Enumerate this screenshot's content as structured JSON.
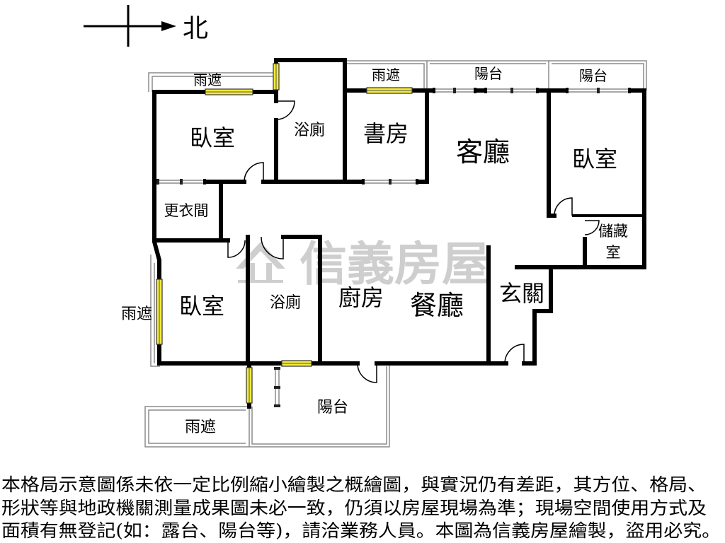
{
  "compass": {
    "label": "北"
  },
  "rooms": {
    "bedroom_top_left": "臥室",
    "bathroom_top": "浴廁",
    "study": "書房",
    "living_room": "客廳",
    "bedroom_right": "臥室",
    "walk_in_closet": "更衣間",
    "storage_line1": "儲藏",
    "storage_line2": "室",
    "bedroom_bottom_left": "臥室",
    "bathroom_bottom": "浴廁",
    "kitchen": "廚房",
    "dining_room": "餐廳",
    "entrance": "玄關"
  },
  "outdoor": {
    "rain_shelter_top_left": "雨遮",
    "rain_shelter_top": "雨遮",
    "balcony_top": "陽台",
    "balcony_top_right": "陽台",
    "rain_shelter_left": "雨遮",
    "balcony_bottom": "陽台",
    "rain_shelter_bottom": "雨遮"
  },
  "watermark": "信義房屋",
  "disclaimer": [
    "本格局示意圖係未依一定比例縮小繪製之概繪圖，與實況仍有差距，其方位、格局、",
    "形狀等與地政機關測量成果圖未必一致，仍須以房屋現場為準；現場空間使用方式及",
    "面積有無登記(如：露台、陽台等)，請洽業務人員。本圖為信義房屋繪製，盜用必究。"
  ],
  "colors": {
    "wall": "#000000",
    "window": "#f3ea3a",
    "outline": "#8c8c8c",
    "watermark": "#9e9e9e"
  }
}
